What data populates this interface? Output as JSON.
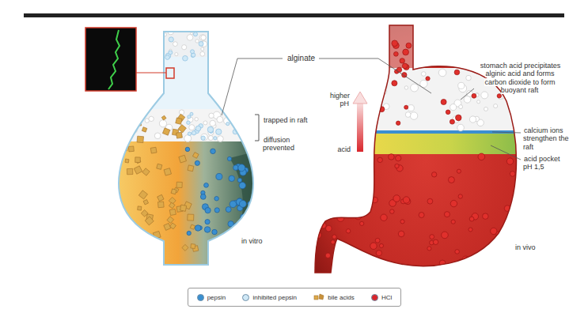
{
  "diagram": {
    "labels": [
      "alginate",
      "trapped in raft",
      "diffusion prevented",
      "higher pH",
      "acid",
      "stomach acid precipitates alginic acid and forms carbon dioxide to form buoyant raft",
      "calcium ions strengthen the raft",
      "acid pocket pH 1,5",
      "in vitro",
      "in vivo"
    ],
    "legend": [
      {
        "text": "pepsin",
        "color": "#3a8fd0"
      },
      {
        "text": "inhibited pepsin",
        "color": "#cfe8f6"
      },
      {
        "text": "bile acids"
      },
      {
        "text": "HCl",
        "color": "#d9262c"
      }
    ]
  }
}
